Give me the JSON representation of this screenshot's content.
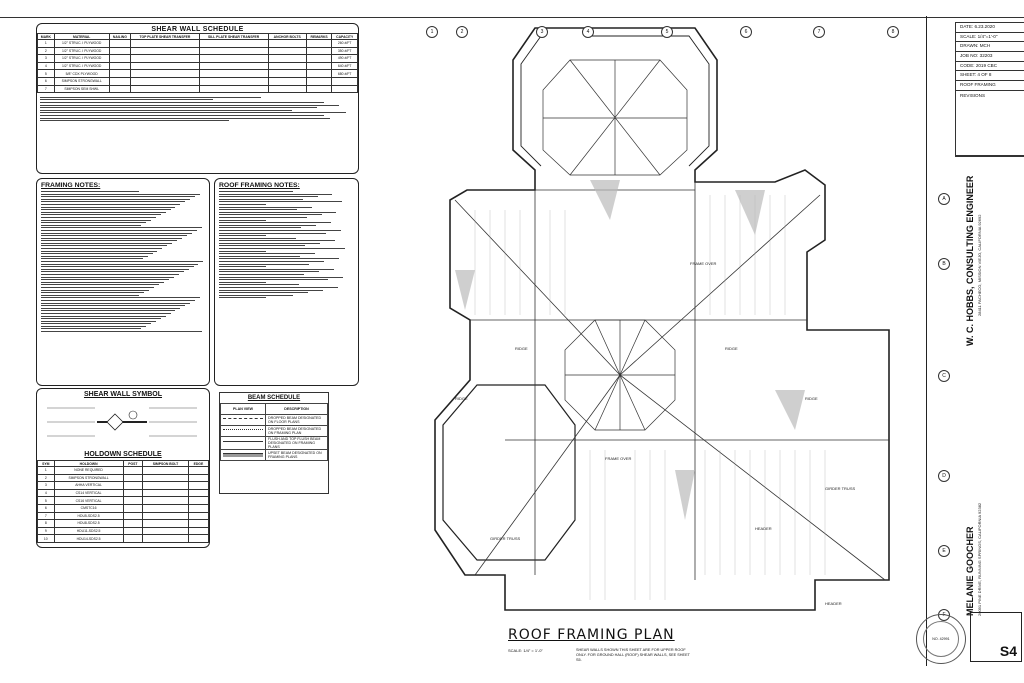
{
  "shear_wall_schedule": {
    "title": "SHEAR WALL SCHEDULE",
    "columns": [
      "MARK",
      "MATERIAL",
      "NAILING",
      "TOP PLATE SHEAR TRANSFER",
      "SILL PLATE SHEAR TRANSFER",
      "ANCHOR BOLTS",
      "REMARKS",
      "CAPACITY"
    ],
    "rows": [
      {
        "mark": "1",
        "material": "1/2\" STRUC. I PLYWOOD",
        "capacity": "260 #/FT"
      },
      {
        "mark": "2",
        "material": "1/2\" STRUC. I PLYWOOD",
        "capacity": "350 #/FT"
      },
      {
        "mark": "3",
        "material": "1/2\" STRUC. I PLYWOOD",
        "capacity": "490 #/FT"
      },
      {
        "mark": "4",
        "material": "1/2\" STRUC. I PLYWOOD",
        "capacity": "640 #/FT"
      },
      {
        "mark": "5",
        "material": "5/8\" CDX PLYWOOD",
        "capacity": "680 #/FT"
      },
      {
        "mark": "6",
        "material": "SIMPSON STRONGWALL",
        "capacity": ""
      },
      {
        "mark": "7",
        "material": "SIMPSON SEM SHWL",
        "capacity": ""
      }
    ]
  },
  "framing_notes": {
    "title": "FRAMING NOTES:"
  },
  "shear_wall_symbol": {
    "title": "SHEAR WALL SYMBOL"
  },
  "holdown_schedule": {
    "title": "HOLDOWN SCHEDULE",
    "columns": [
      "SYM",
      "HOLDOWN",
      "POST",
      "SIMPSON BOLT",
      "EDGE"
    ],
    "rows": [
      {
        "sym": "1",
        "holdown": "NONE REQUIRED"
      },
      {
        "sym": "2",
        "holdown": "SIMPSON STRONGWALL"
      },
      {
        "sym": "3",
        "holdown": "AHHA VERTICAL"
      },
      {
        "sym": "4",
        "holdown": "CS14 VERTICAL"
      },
      {
        "sym": "5",
        "holdown": "CS16 VERTICAL"
      },
      {
        "sym": "6",
        "holdown": "CMSTC16"
      },
      {
        "sym": "7",
        "holdown": "HDU5-SDS2.5"
      },
      {
        "sym": "8",
        "holdown": "HDU8-SDS2.5"
      },
      {
        "sym": "9",
        "holdown": "HDU11-SDS2.5"
      },
      {
        "sym": "10",
        "holdown": "HDU14-SDS2.5"
      }
    ]
  },
  "roof_framing_notes": {
    "title": "ROOF FRAMING NOTES:"
  },
  "beam_schedule": {
    "title": "BEAM SCHEDULE",
    "columns": [
      "PLAN VIEW",
      "DESCRIPTION"
    ],
    "rows": [
      "DROPPED BEAM DESIGNATED ON FLOOR PLANS",
      "DROPPED BEAM DESIGNATED ON FRAMING PLAN",
      "FLUSH AND TOP FLUSH BEAM DESIGNATED ON FRAMING PLANS",
      "UPSET BEAM DESIGNATED ON FRAMING PLANS"
    ]
  },
  "plan": {
    "title": "ROOF FRAMING PLAN",
    "scale": "SCALE: 1/4\" = 1'-0\"",
    "note": "SHEAR WALLS SHOWN THIS SHEET ARE FOR UPPER ROOF ONLY. FOR GROUND HALL (ROOF) SHEAR WALLS, SEE SHEET S5.",
    "labels": [
      "RIDGE",
      "RIDGE",
      "RIDGE",
      "RIDGE",
      "GIRDER TRUSS",
      "GIRDER TRUSS",
      "FRAME OVER",
      "FRAME OVER",
      "HEADER",
      "HEADER"
    ],
    "grid_top": [
      "1",
      "2",
      "3",
      "4",
      "5",
      "6",
      "7",
      "8"
    ],
    "grid_right": [
      "A",
      "B",
      "C",
      "D",
      "E",
      "F"
    ]
  },
  "title_block": {
    "date": "DATE: 6.23.2020",
    "scale": "SCALE: 1/4\"=1'-0\"",
    "drawn": "DRAWN: MCH",
    "job_no": "JOB NO: 32203",
    "code": "CODE: 2019 CBC",
    "sheet": "SHEET: 4 OF 8",
    "sheet_title": "ROOF FRAMING",
    "revisions": "REVISIONS",
    "engineer": "W. C. HOBBS, CONSULTING ENGINEER",
    "engineer_address": "28411 PACHECO, MISSION VIEJO, CALIFORNIA 92692",
    "owner": "MELANIE GOOCHER",
    "owner_address": "20091 PINE DRIVE, RUNNING SPRINGS, CALIFORNIA 92382",
    "sheet_number": "S4"
  },
  "seal": {
    "text": "NO. 42991"
  }
}
